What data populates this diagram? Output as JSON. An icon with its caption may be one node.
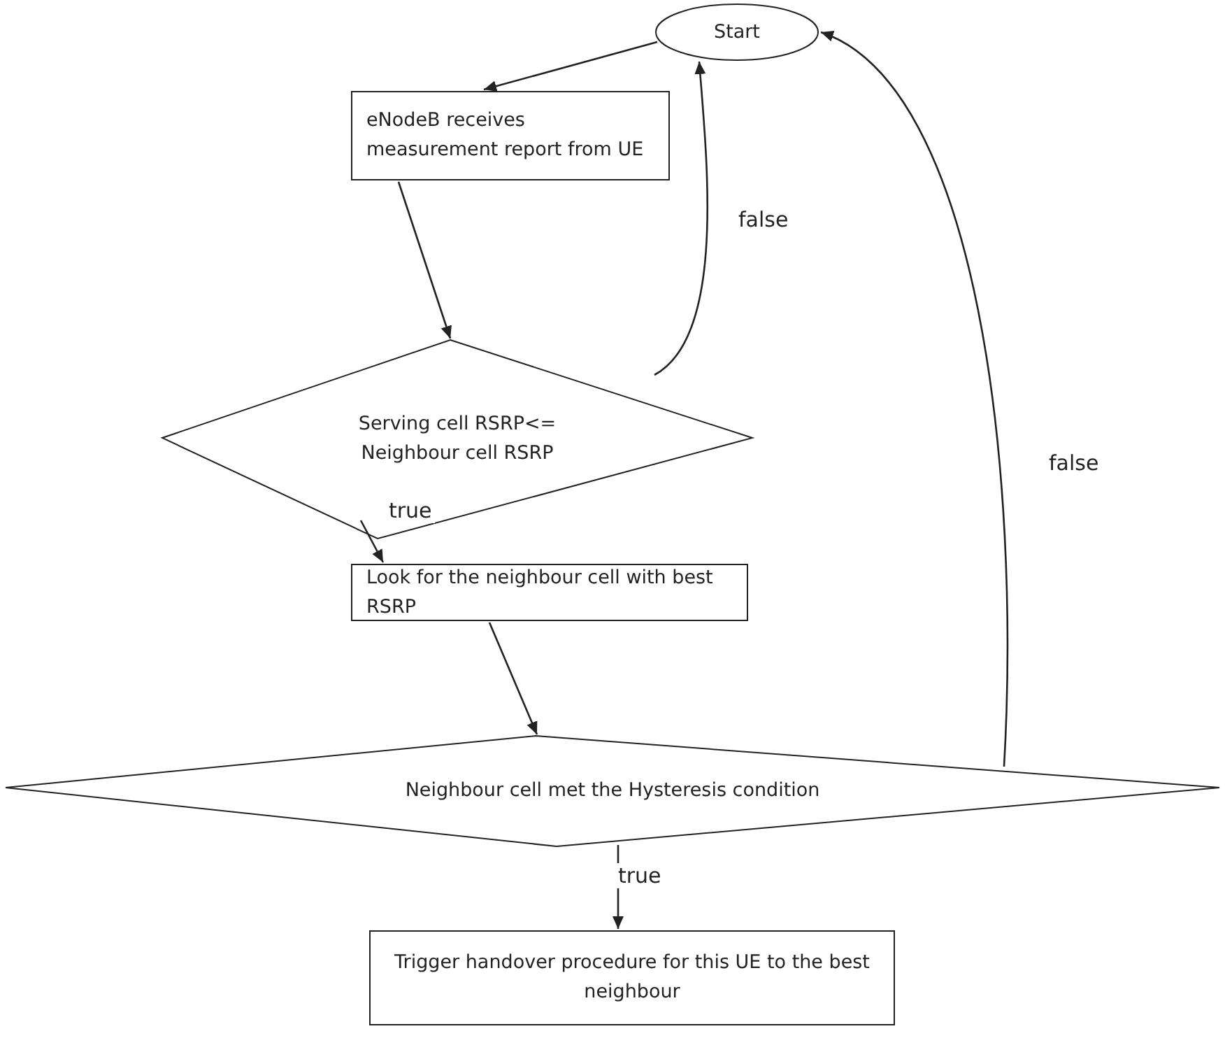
{
  "diagram": {
    "nodes": [
      {
        "text": [
          "Start"
        ]
      },
      {
        "text": [
          "eNodeB receives measurement report from UE"
        ]
      },
      {
        "text": [
          "Serving cell RSRP<= Neighbour cell RSRP"
        ]
      },
      {
        "text": [
          "Look for the neighbour cell with best RSRP"
        ]
      },
      {
        "text": [
          "Neighbour cell met the Hysteresis condition"
        ]
      },
      {
        "text": [
          "Trigger handover procedure for this UE to the best neighbour"
        ]
      }
    ],
    "edges": [
      {
        "from": 0,
        "to": 1,
        "arrow": "to"
      },
      {
        "from": 1,
        "to": 2,
        "arrow": "to"
      },
      {
        "from": 2,
        "to": 0,
        "arrow": "to",
        "label": "false"
      },
      {
        "from": 2,
        "to": 3,
        "arrow": "to",
        "label": "true"
      },
      {
        "from": 3,
        "to": 4,
        "arrow": "to"
      },
      {
        "from": 4,
        "to": 0,
        "arrow": "to",
        "label": "false"
      },
      {
        "from": 4,
        "to": 5,
        "arrow": "to",
        "label": "true"
      }
    ]
  }
}
